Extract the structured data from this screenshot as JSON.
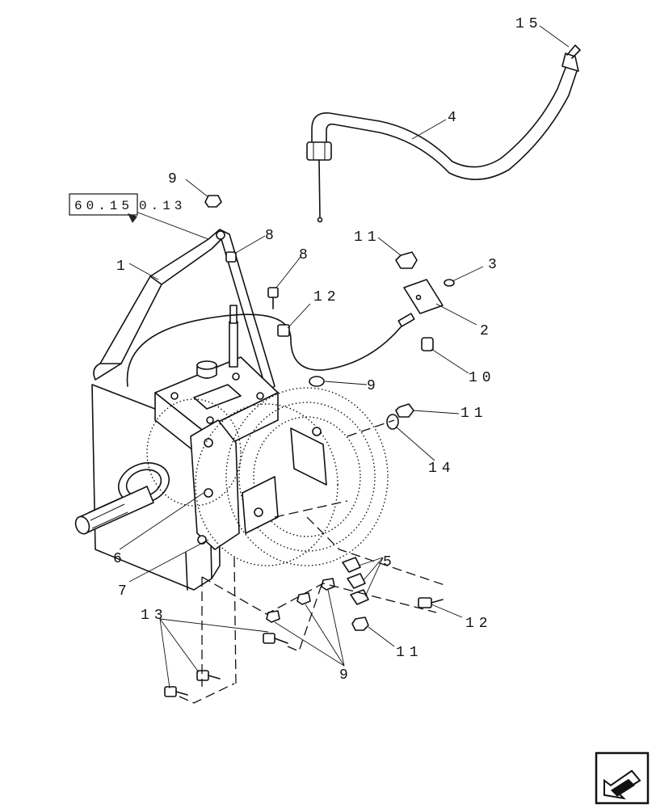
{
  "diagram": {
    "reference_box": "60.15",
    "reference_suffix": "0.13",
    "callouts": {
      "c1": "1",
      "c2": "2",
      "c3": "3",
      "c4": "4",
      "c5": "5",
      "c6": "6",
      "c7": "7",
      "c8a": "8",
      "c8b": "8",
      "c9a": "9",
      "c9b": "9",
      "c9c": "9",
      "c10": "10",
      "c11a": "11",
      "c11b": "11",
      "c11c": "11",
      "c12a": "12",
      "c12b": "12",
      "c13": "13",
      "c14": "14",
      "c15": "15"
    }
  },
  "nav": {
    "icon": "next-page-arrow-icon"
  }
}
